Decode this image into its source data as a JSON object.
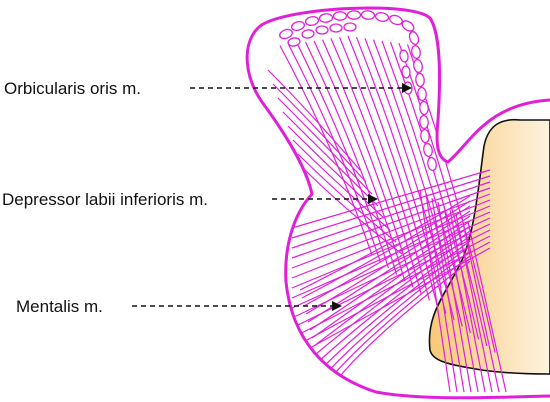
{
  "labels": {
    "orbicularis": "Orbicularis oris m.",
    "depressor": "Depressor labii inferioris m.",
    "mentalis": "Mentalis m."
  },
  "colors": {
    "muscle": "#e020d8",
    "bone_light": "#fdf3e0",
    "bone_dark": "#f8c877",
    "bone_outline": "#111111",
    "text": "#111111",
    "leader": "#111111"
  }
}
